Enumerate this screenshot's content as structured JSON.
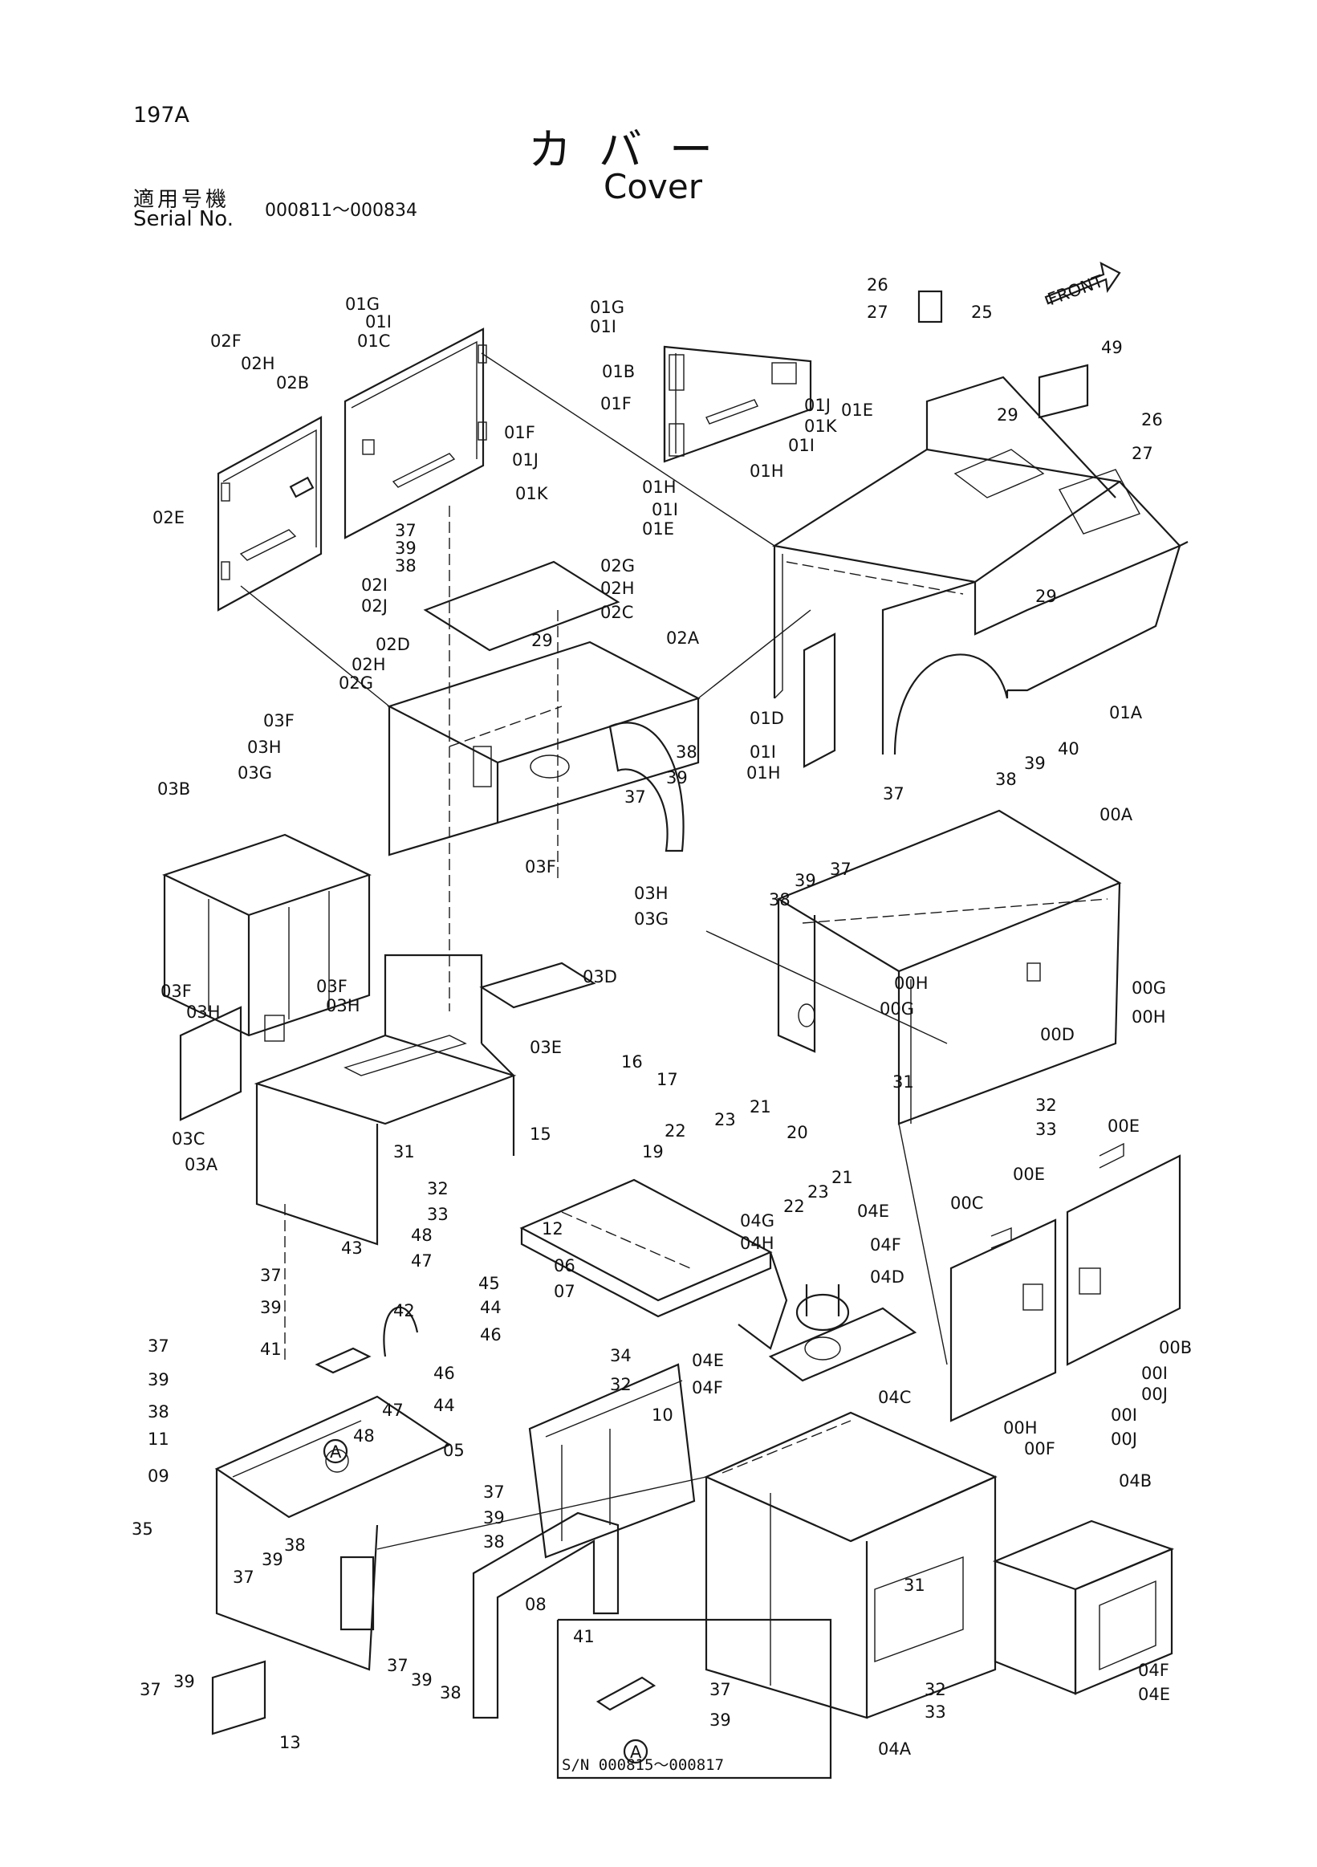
{
  "header": {
    "page_number": "197A",
    "title_jp": "カバー",
    "title_en": "Cover",
    "serial_label_jp": "適用号機",
    "serial_label_en": "Serial No.",
    "serial_range": "000811～000834"
  },
  "labels": {
    "L01G_a": "01G",
    "L01I_a": "01I",
    "L01C": "01C",
    "L02F": "02F",
    "L02H_a": "02H",
    "L02B": "02B",
    "L02E": "02E",
    "L01F_a": "01F",
    "L01J_a": "01J",
    "L01K_a": "01K",
    "L37_a": "37",
    "L39_a": "39",
    "L38_a": "38",
    "L02I": "02I",
    "L02J": "02J",
    "L02G_a": "02G",
    "L02H_b": "02H",
    "L02C": "02C",
    "L02D": "02D",
    "L02H_c": "02H",
    "L02G_b": "02G",
    "L29_a": "29",
    "L02A": "02A",
    "L38_b": "38",
    "L39_b": "39",
    "L37_b": "37",
    "L03F_a": "03F",
    "L03H_a": "03H",
    "L03G_a": "03G",
    "L03B": "03B",
    "L03F_b": "03F",
    "L03H_b": "03H",
    "L03G_b": "03G",
    "L03D": "03D",
    "L03F_c": "03F",
    "L03H_c": "03H",
    "L03F_d": "03F",
    "L03H_d": "03H",
    "L03E": "03E",
    "L03C": "03C",
    "L03A": "03A",
    "L31_a": "31",
    "L32_a": "32",
    "L33_a": "33",
    "L01G_b": "01G",
    "L01I_b": "01I",
    "L01B": "01B",
    "L01F_b": "01F",
    "L01J_b": "01J",
    "L01K_b": "01K",
    "L01I_c": "01I",
    "L01H_a": "01H",
    "L01E_a": "01E",
    "L01H_b": "01H",
    "L01I_d": "01I",
    "L01E_b": "01E",
    "L26_a": "26",
    "L27_a": "27",
    "L25": "25",
    "L_front": "FRONT",
    "L49": "49",
    "L26_b": "26",
    "L27_b": "27",
    "L29_b": "29",
    "L29_c": "29",
    "L01A": "01A",
    "L01D": "01D",
    "L01I_e": "01I",
    "L01H_c": "01H",
    "L37_c": "37",
    "L38_c": "38",
    "L39_c": "39",
    "L40": "40",
    "L00A": "00A",
    "L39_d": "39",
    "L37_d": "37",
    "L38_d": "38",
    "L00H_a": "00H",
    "L00G_a": "00G",
    "L00G_b": "00G",
    "L00H_b": "00H",
    "L00D": "00D",
    "L31_b": "31",
    "L32_b": "32",
    "L33_b": "33",
    "L16": "16",
    "L17": "17",
    "L15": "15",
    "L21_a": "21",
    "L23_a": "23",
    "L22_a": "22",
    "L20": "20",
    "L19": "19",
    "L21_b": "21",
    "L23_b": "23",
    "L22_b": "22",
    "L04G": "04G",
    "L04H": "04H",
    "L04E_a": "04E",
    "L04F_a": "04F",
    "L04D": "04D",
    "L12": "12",
    "L06": "06",
    "L07": "07",
    "L48_a": "48",
    "L47_a": "47",
    "L45": "45",
    "L44_a": "44",
    "L46_a": "46",
    "L43": "43",
    "L42": "42",
    "L37_e": "37",
    "L39_e": "39",
    "L41_a": "41",
    "L46_b": "46",
    "L44_b": "44",
    "L47_b": "47",
    "L48_b": "48",
    "L37_f": "37",
    "L39_f": "39",
    "L38_e": "38",
    "L11": "11",
    "L09": "09",
    "LA_a": "A",
    "L05": "05",
    "L34": "34",
    "L32_c": "32",
    "L04E_b": "04E",
    "L04F_b": "04F",
    "L04C": "04C",
    "L10": "10",
    "L00C": "00C",
    "L00E_a": "00E",
    "L00E_b": "00E",
    "L00B": "00B",
    "L00I_a": "00I",
    "L00J_a": "00J",
    "L00I_b": "00I",
    "L00J_b": "00J",
    "L00H_c": "00H",
    "L00F": "00F",
    "L04B": "04B",
    "L35": "35",
    "L38_f": "38",
    "L39_g": "39",
    "L37_g": "37",
    "L37_h": "37",
    "L39_h": "39",
    "L38_g": "38",
    "L08": "08",
    "L37_i": "37",
    "L39_i": "39",
    "L38_h": "38",
    "L37_j": "37",
    "L39_j": "39",
    "L13": "13",
    "L31_c": "31",
    "L32_d": "32",
    "L33_c": "33",
    "L04F_c": "04F",
    "L04E_c": "04E",
    "L04A": "04A",
    "L41_b": "41",
    "L37_k": "37",
    "L39_k": "39",
    "LA_b": "A"
  },
  "inset": {
    "caption": "S/N  000815～000817"
  }
}
